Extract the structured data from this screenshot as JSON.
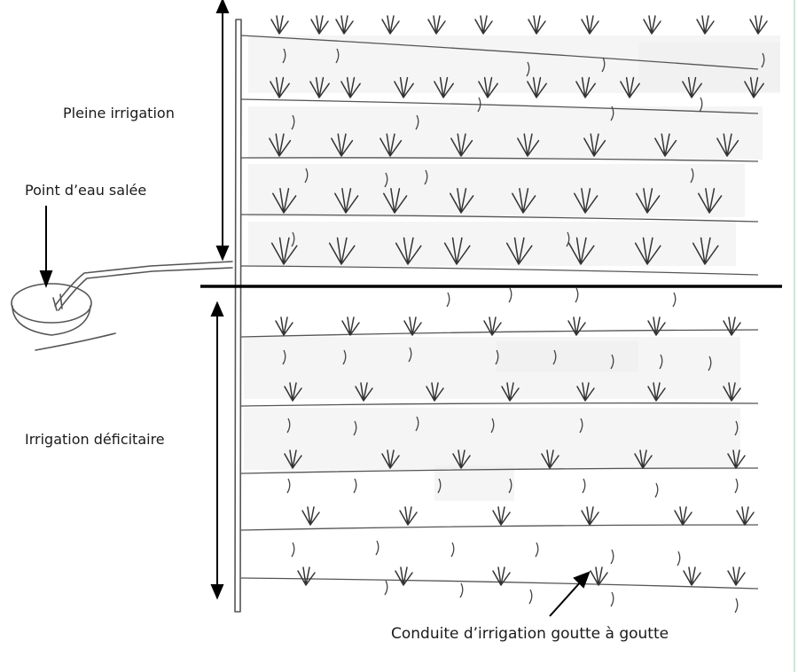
{
  "labels": {
    "full_irrigation": "Pleine irrigation",
    "salt_water_point": "Point d’eau salée",
    "deficit_irrigation": "Irrigation déficitaire",
    "drip_pipe": "Conduite d’irrigation goutte à goutte"
  },
  "zones": {
    "full": {
      "row_count": 5
    },
    "deficit": {
      "row_count": 5
    }
  },
  "colors": {
    "pencil": "#555555",
    "paper_patch": "#ececec",
    "divider": "#000000",
    "right_margin_line": "#cfe6d6"
  },
  "icons": [
    "water-tank-icon",
    "plant-icon",
    "arrow-icon"
  ]
}
